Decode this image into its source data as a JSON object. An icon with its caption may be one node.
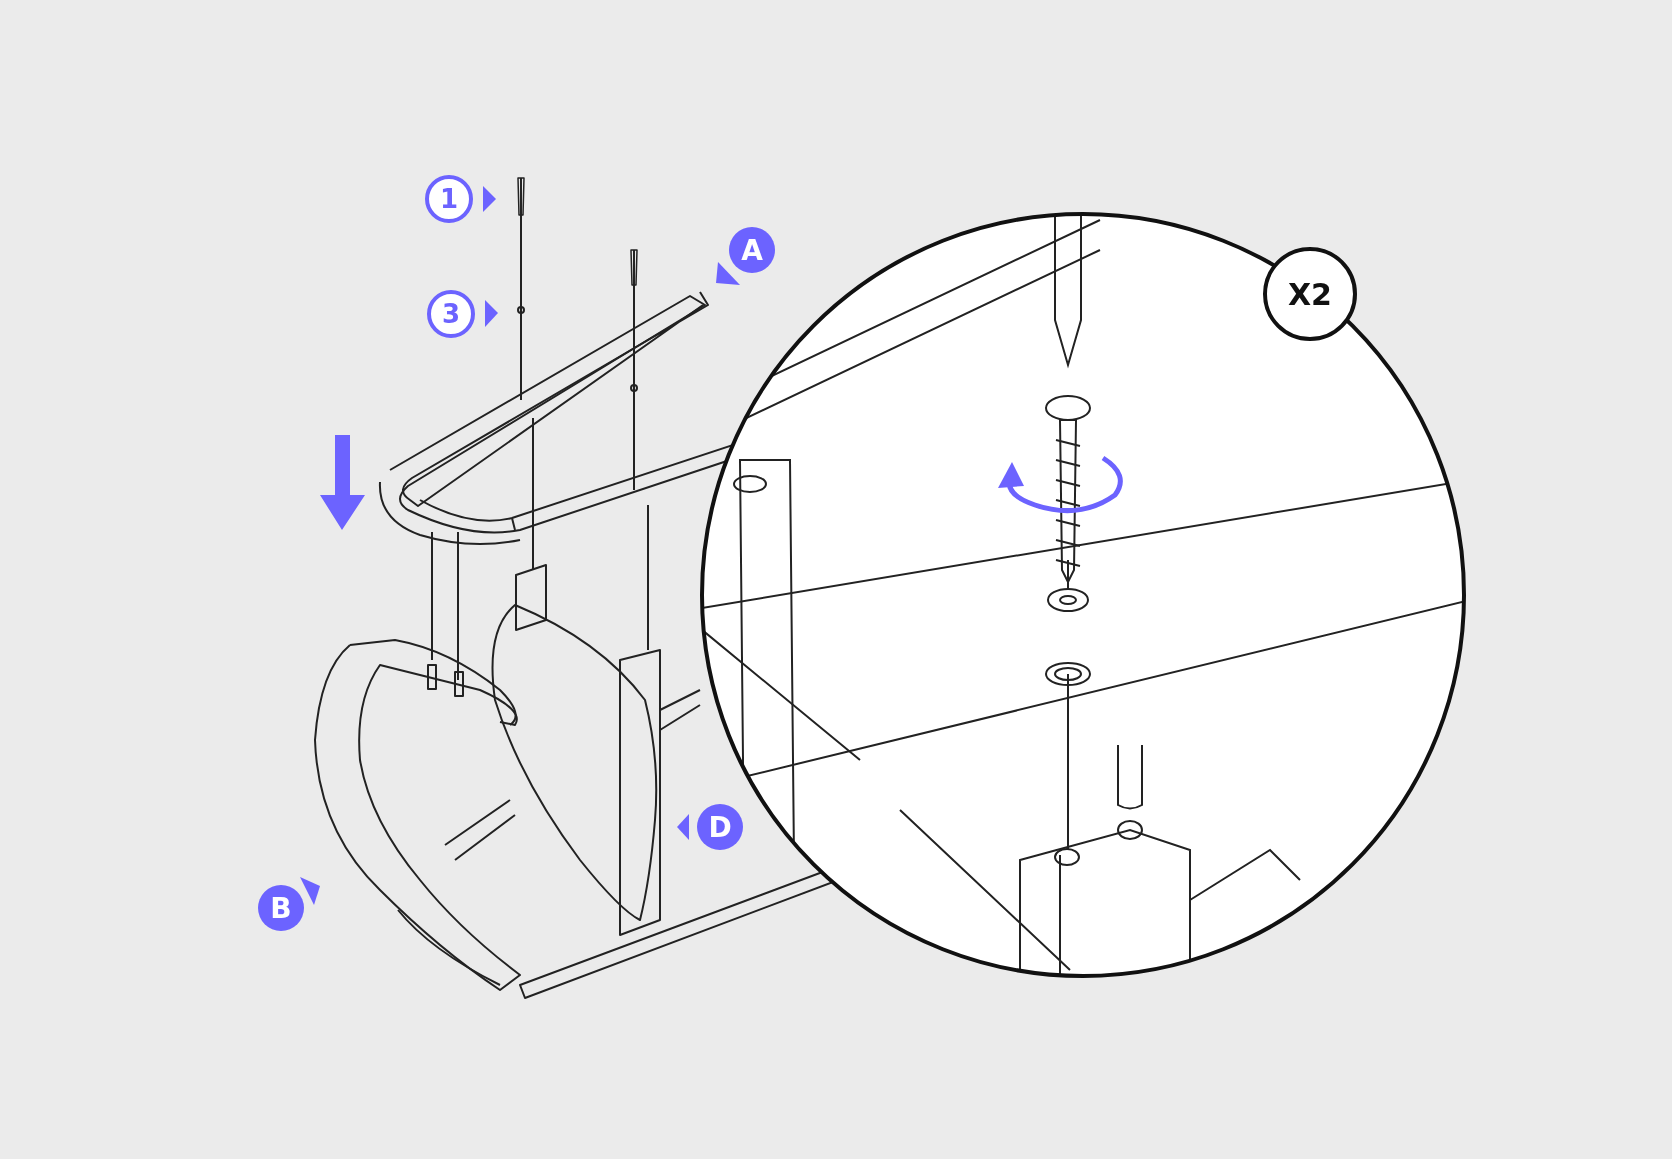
{
  "diagram": {
    "labels": [
      "1",
      "A",
      "3",
      "X2",
      "D",
      "B"
    ]
  }
}
